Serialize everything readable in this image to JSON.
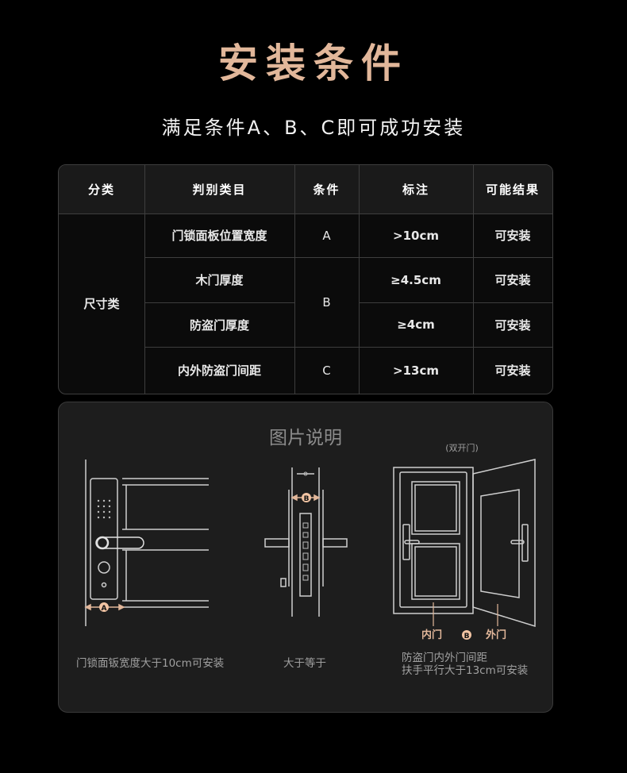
{
  "title": "安装条件",
  "subtitle": "满足条件A、B、C即可成功安装",
  "table": {
    "headers": [
      "分类",
      "判别类目",
      "条件",
      "标注",
      "可能结果"
    ],
    "category": "尺寸类",
    "rows": [
      {
        "item": "门锁面板位置宽度",
        "condition": "A",
        "note": ">10cm",
        "result": "可安装"
      },
      {
        "item": "木门厚度",
        "condition": "B",
        "note": "≥4.5cm",
        "result": "可安装"
      },
      {
        "item": "防盗门厚度",
        "condition": "B",
        "note": "≥4cm",
        "result": "可安装"
      },
      {
        "item": "内外防盗门间距",
        "condition": "C",
        "note": ">13cm",
        "result": "可安装"
      }
    ]
  },
  "illustration": {
    "title": "图片说明",
    "double_door_note": "(双开门)",
    "marker_a": "A",
    "marker_b": "B",
    "inner_door": "内门",
    "outer_door": "外门",
    "caption_a": "门锁面钣宽度大于10cm可安装",
    "caption_b": "大于等于",
    "caption_c_line1": "防盗门内外门间距",
    "caption_c_line2": "扶手平行大于13cm可安装"
  },
  "colors": {
    "accent": "#e2b79a",
    "marker_fill": "#f2c4a3",
    "background": "#000000",
    "panel": "#1d1d1d"
  }
}
